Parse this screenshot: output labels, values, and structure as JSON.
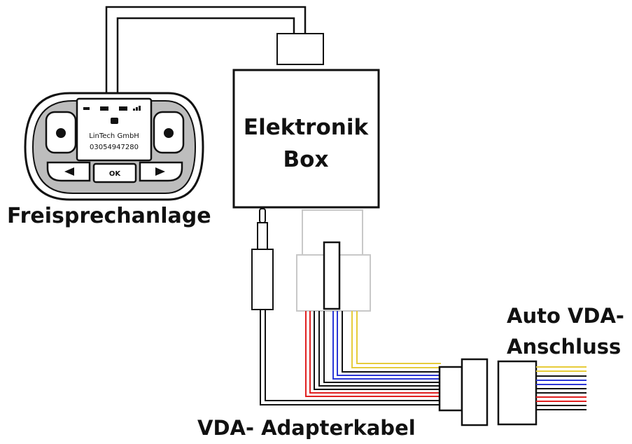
{
  "labels": {
    "handsfree": "Freisprechanlage",
    "box_line1": "Elektronik",
    "box_line2": "Box",
    "auto_line1": "Auto VDA-",
    "auto_line2": "Anschluss",
    "adapter": "VDA- Adapterkabel"
  },
  "device": {
    "company": "LinTech GmbH",
    "phone": "03054947280",
    "ok_label": "OK"
  },
  "icons": {
    "left_button": "record-dot-icon",
    "right_button": "record-dot-icon",
    "prev_button": "arrow-left-icon",
    "next_button": "arrow-right-icon"
  },
  "colors": {
    "line": "#111111",
    "connector": "#c8c8c8",
    "wire_yellow": "#e6cc3a",
    "wire_blue": "#2b36d6",
    "wire_red": "#e02020",
    "wire_black": "#111111"
  }
}
